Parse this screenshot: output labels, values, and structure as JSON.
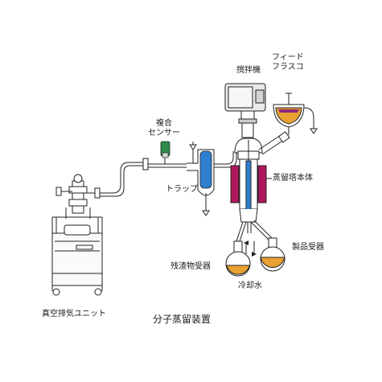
{
  "labels": {
    "stirrer": "撹拌機",
    "feed_flask": [
      "フィード",
      "フラスコ"
    ],
    "composite_sensor": [
      "複合",
      "センサー"
    ],
    "trap": "トラップ",
    "column": "蒸留塔本体",
    "product_receiver": "製品受器",
    "residue_receiver": "残渣物受器",
    "cooling_water": "冷却水",
    "vacuum_unit": "真空排気ユニット"
  },
  "caption": "分子蒸留装置",
  "colors": {
    "line": "#222222",
    "liquid_orange": "#e8a132",
    "column_magenta": "#b0175f",
    "trap_blue": "#2f7fd0",
    "sensor_green": "#2f8a4a",
    "feed_purple": "#8a2a7a"
  }
}
